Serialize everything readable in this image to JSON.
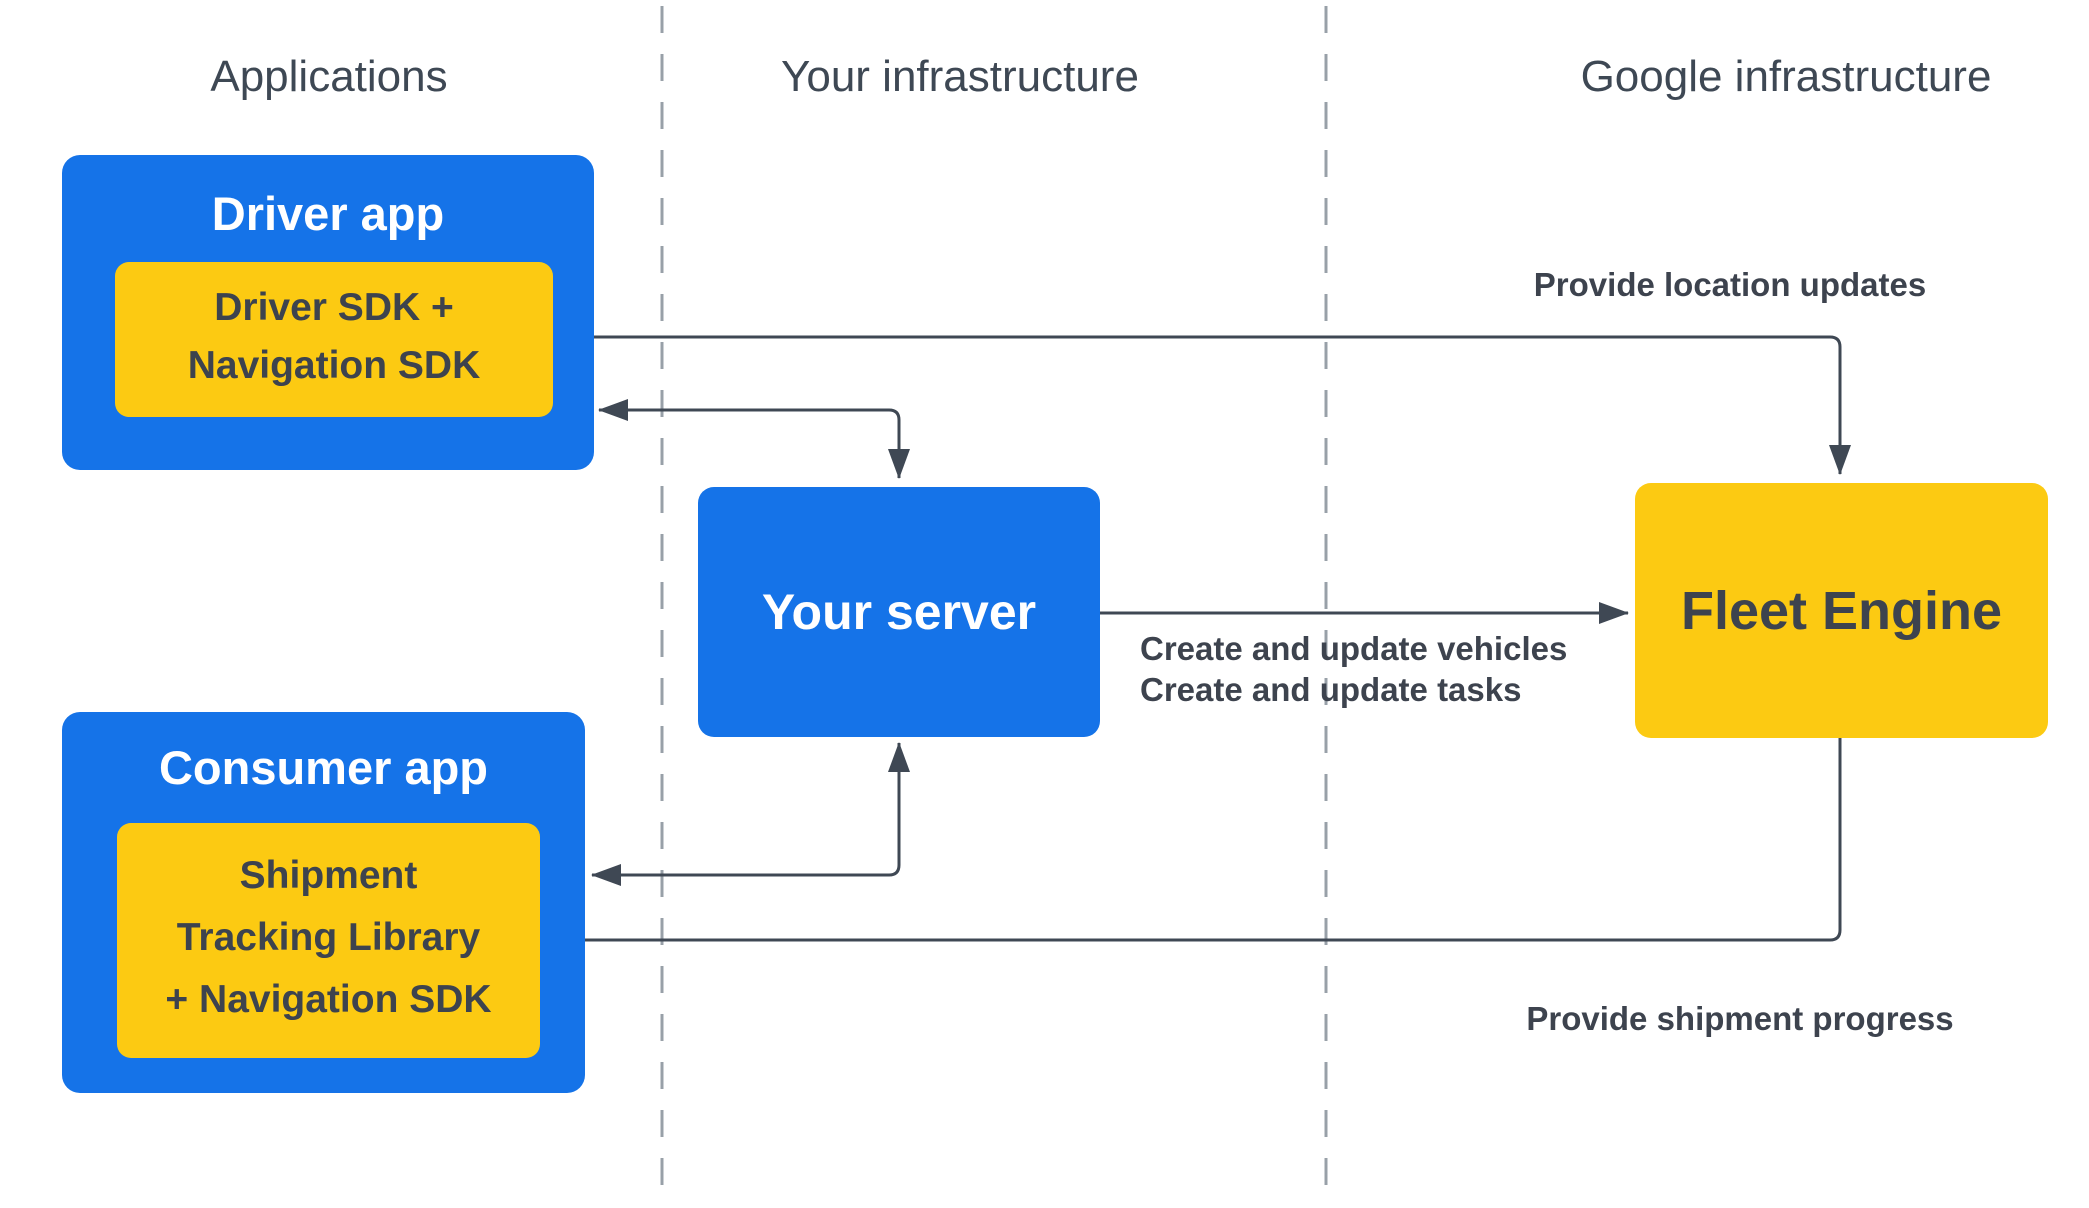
{
  "colors": {
    "background": "#ffffff",
    "box_blue": "#1573e8",
    "box_yellow": "#fcca12",
    "ink": "#3d434e",
    "header_text": "#3e4854",
    "arrow": "#3f4854",
    "divider": "#98a0a8",
    "white_text": "#ffffff"
  },
  "column_headers": {
    "applications": "Applications",
    "your_infrastructure": "Your infrastructure",
    "google_infrastructure": "Google infrastructure"
  },
  "nodes": {
    "driver_app": {
      "title": "Driver app",
      "sdk_line1": "Driver SDK +",
      "sdk_line2": "Navigation SDK"
    },
    "consumer_app": {
      "title": "Consumer app",
      "sdk_line1": "Shipment",
      "sdk_line2": "Tracking Library",
      "sdk_line3": "+ Navigation SDK"
    },
    "your_server": {
      "title": "Your server"
    },
    "fleet_engine": {
      "title": "Fleet Engine"
    }
  },
  "edge_labels": {
    "provide_location_updates": "Provide location updates",
    "create_update_vehicles": "Create and update vehicles",
    "create_update_tasks": "Create and update tasks",
    "provide_shipment_progress": "Provide shipment progress"
  }
}
